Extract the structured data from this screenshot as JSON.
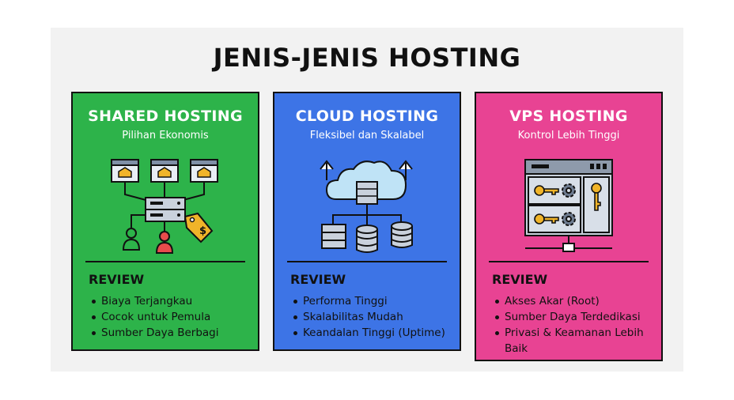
{
  "title": "JENIS-JENIS HOSTING",
  "colors": {
    "green": "#2db34a",
    "blue": "#3d74e6",
    "pink": "#e84393",
    "background": "#f2f2f2",
    "ink": "#111111"
  },
  "cards": [
    {
      "title": "SHARED HOSTING",
      "subtitle": "Pilihan Ekonomis",
      "icon": "shared-server-users-icon",
      "review_label": "REVIEW",
      "points": [
        "Biaya Terjangkau",
        "Cocok untuk Pemula",
        "Sumber Daya Berbagi"
      ]
    },
    {
      "title": "CLOUD HOSTING",
      "subtitle": "Fleksibel dan Skalabel",
      "icon": "cloud-server-icon",
      "review_label": "REVIEW",
      "points": [
        "Performa Tinggi",
        "Skalabilitas Mudah",
        "Keandalan Tinggi (Uptime)"
      ]
    },
    {
      "title": "VPS HOSTING",
      "subtitle": "Kontrol Lebih Tinggi",
      "icon": "vps-server-keys-icon",
      "review_label": "REVIEW",
      "points": [
        "Akses Akar (Root)",
        "Sumber Daya Terdedikasi",
        "Privasi & Keamanan Lebih Baik"
      ]
    }
  ]
}
